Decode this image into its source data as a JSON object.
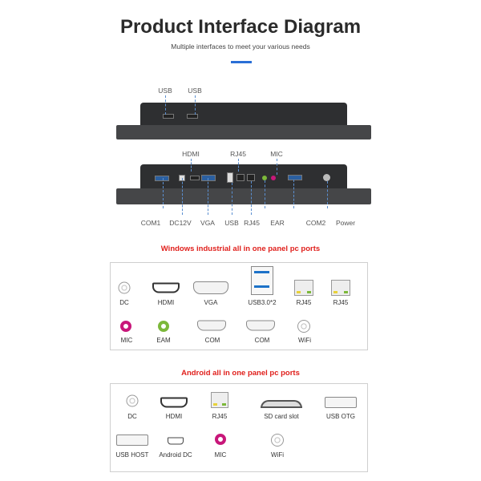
{
  "header": {
    "title": "Product Interface Diagram",
    "subtitle": "Multiple interfaces to meet your various needs",
    "accent": "#2a6fd6"
  },
  "top_view": {
    "labels": [
      "USB",
      "USB"
    ]
  },
  "bottom_view": {
    "top_labels": [
      "HDMI",
      "RJ45",
      "MIC"
    ],
    "bottom_labels": [
      "COM1",
      "DC12V",
      "VGA",
      "USB",
      "RJ45",
      "EAR",
      "COM2",
      "Power"
    ]
  },
  "windows": {
    "heading": "Windows industrial all in one panel pc ports",
    "row1": [
      "DC",
      "HDMI",
      "VGA",
      "USB3.0*2",
      "RJ45",
      "RJ45"
    ],
    "row2": [
      "MIC",
      "EAM",
      "COM",
      "COM",
      "WiFi"
    ]
  },
  "android": {
    "heading": "Android all in one panel pc ports",
    "row1": [
      "DC",
      "HDMI",
      "RJ45",
      "SD card slot",
      "USB OTG"
    ],
    "row2": [
      "USB HOST",
      "Android DC",
      "MIC",
      "WiFi"
    ]
  },
  "colors": {
    "heading_red": "#e0201c",
    "mic": "#c8177a",
    "ear": "#7cb83a"
  }
}
